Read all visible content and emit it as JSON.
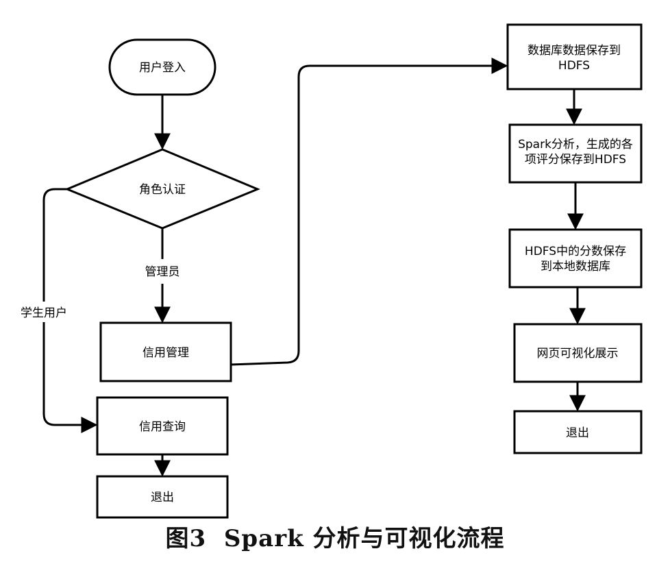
{
  "nodes": {
    "login": "用户登入",
    "role_auth": "角色认证",
    "credit_mgmt": "信用管理",
    "credit_query": "信用查询",
    "exit_left": "退出",
    "db_to_hdfs": [
      "数据库数据保存到",
      "HDFS"
    ],
    "spark_analysis": [
      "Spark分析，生成的各",
      "项评分保存到HDFS"
    ],
    "hdfs_to_db": [
      "HDFS中的分数保存",
      "到本地数据库"
    ],
    "web_vis": "网页可视化展示",
    "exit_right": "退出"
  },
  "edges": {
    "admin": "管理员",
    "student": "学生用户"
  },
  "caption": {
    "fig": "图3",
    "title": "Spark 分析与可视化流程"
  }
}
